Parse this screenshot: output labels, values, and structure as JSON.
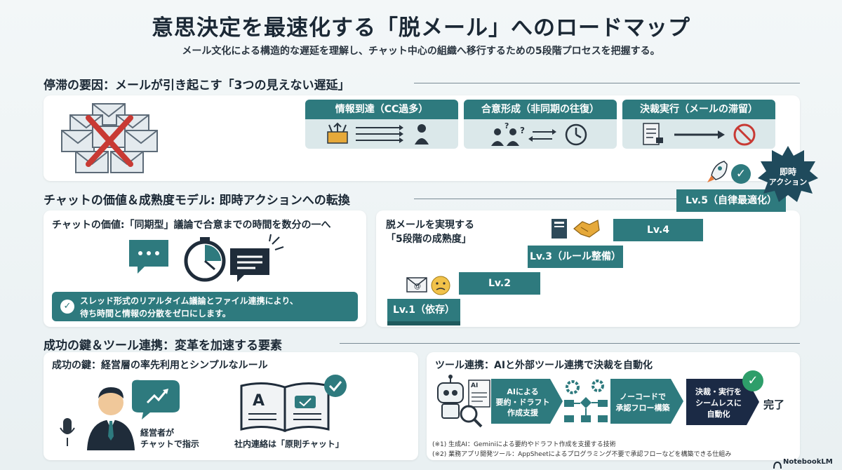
{
  "header": {
    "title": "意思決定を最速化する「脱メール」へのロードマップ",
    "subtitle": "メール文化による構造的な遅延を理解し、チャット中心の組織へ移行するための5段階プロセスを把握する。"
  },
  "section1": {
    "title": "停滞の要因：メールが引き起こす「3つの見えない遅延」",
    "delays": [
      {
        "label": "情報到達（CC過多）"
      },
      {
        "label": "合意形成（非同期の往復）"
      },
      {
        "label": "決裁実行（メールの滞留）"
      }
    ]
  },
  "section2": {
    "title": "チャットの価値＆成熟度モデル: 即時アクションへの転換",
    "value_card": {
      "title": "チャットの価値:「同期型」議論で合意までの時間を数分の一へ",
      "note_line1": "スレッド形式のリアルタイム議論とファイル連携により、",
      "note_line2": "待ち時間と情報の分散をゼロにします。"
    },
    "maturity": {
      "title_line1": "脱メールを実現する",
      "title_line2": "「5段階の成熟度」",
      "levels": [
        "Lv.1（依存）",
        "Lv.2",
        "Lv.3（ルール整備）",
        "Lv.4",
        "Lv.5（自律最適化）"
      ],
      "badge_line1": "即時",
      "badge_line2": "アクション"
    }
  },
  "section3": {
    "title": "成功の鍵＆ツール連携：変革を加速する要素",
    "key_card": {
      "title": "成功の鍵：経営層の率先利用とシンプルなルール",
      "exec_line1": "経営者が",
      "exec_line2": "チャットで指示",
      "rule_label": "社内連絡は「原則チャット」"
    },
    "tool_card": {
      "title": "ツール連携：AIと外部ツール連携で決裁を自動化",
      "ai_label": "AI",
      "steps": [
        {
          "line1": "AIによる",
          "line2": "要約・ドラフト",
          "line3": "作成支援"
        },
        {
          "line1": "ノーコードで",
          "line2": "承認フロー構築"
        },
        {
          "line1": "決裁・実行を",
          "line2": "シームレスに",
          "line3": "自動化"
        }
      ],
      "done": "完了",
      "footnote1": "(※1) 生成AI：Geminiによる要約やドラフト作成を支援する技術",
      "footnote2": "(※2) 業務アプリ開発ツール：AppSheetによるプログラミング不要で承認フローなどを構築できる仕組み"
    }
  },
  "brand": {
    "name": "NotebookLM"
  },
  "colors": {
    "teal": "#2e7a7e",
    "navy": "#1b2a45",
    "red": "#c83a34",
    "green": "#2e9e6a"
  }
}
